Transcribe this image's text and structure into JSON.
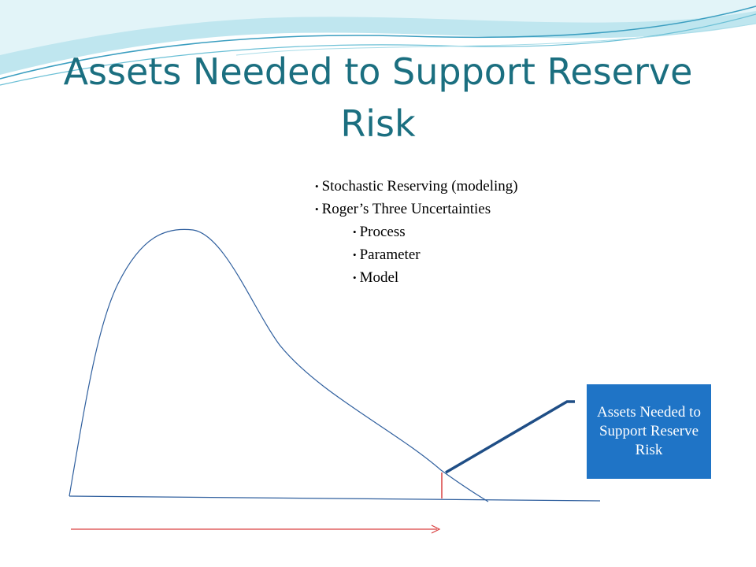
{
  "slide": {
    "title": "Assets Needed to Support Reserve Risk",
    "bullets": [
      {
        "level": 1,
        "text": "Stochastic Reserving  (modeling)"
      },
      {
        "level": 1,
        "text": "Roger’s Three Uncertainties"
      },
      {
        "level": 2,
        "text": "Process"
      },
      {
        "level": 2,
        "text": "Parameter"
      },
      {
        "level": 2,
        "text": "Model"
      }
    ],
    "callout": {
      "text": "Assets Needed to Support Reserve Risk"
    }
  },
  "colors": {
    "title": "#1b6f80",
    "curve": "#2f5f9e",
    "callout_fill": "#1f74c6",
    "leader_line": "#1f4e86",
    "marker": "#d94040",
    "arrow": "#d94040",
    "wave_light": "#a8dce8",
    "wave_dark": "#3b9ec0"
  }
}
